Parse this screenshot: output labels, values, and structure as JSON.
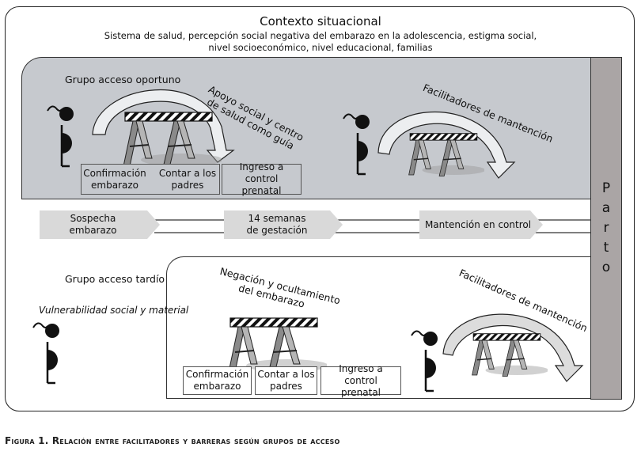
{
  "context": {
    "title": "Contexto situacional",
    "subtitle_line1": "Sistema de salud, percepción social negativa del embarazo en la adolescencia, estigma social,",
    "subtitle_line2": "nivel socioeconómico, nivel educacional, familias"
  },
  "upper_group": {
    "label": "Grupo acceso oportuno",
    "arrow1_label_line1": "Apoyo social y centro",
    "arrow1_label_line2": "de salud como guía",
    "arrow2_label": "Facilitadores de mantención",
    "boxes": [
      {
        "line1": "Confirmación",
        "line2": "embarazo"
      },
      {
        "line1": "Contar a los",
        "line2": "padres"
      },
      {
        "line1": "Ingreso a control",
        "line2": "prenatal"
      }
    ]
  },
  "timeline": {
    "stages": [
      {
        "line1": "Sospecha",
        "line2": "embarazo"
      },
      {
        "line1": "14 semanas",
        "line2": "de gestación"
      },
      {
        "line1": "Mantención en control",
        "line2": ""
      }
    ]
  },
  "lower_group": {
    "label": "Grupo acceso tardío",
    "sublabel": "Vulnerabilidad social y material",
    "barrier_label_line1": "Negación y ocultamiento",
    "barrier_label_line2": "del embarazo",
    "arrow_label": "Facilitadores de mantención",
    "boxes": [
      {
        "line1": "Confirmación",
        "line2": "embarazo"
      },
      {
        "line1": "Contar a los",
        "line2": "padres"
      },
      {
        "line1": "Ingreso a control",
        "line2": "prenatal"
      }
    ]
  },
  "endpoint": {
    "letters": [
      "P",
      "a",
      "r",
      "t",
      "o"
    ]
  },
  "caption": "Figura 1. Relación entre facilitadores y barreras según grupos de acceso",
  "colors": {
    "upper_panel": "#c6c9ce",
    "parto_bar": "#aaa5a5",
    "chevron": "#d9d9d9"
  }
}
